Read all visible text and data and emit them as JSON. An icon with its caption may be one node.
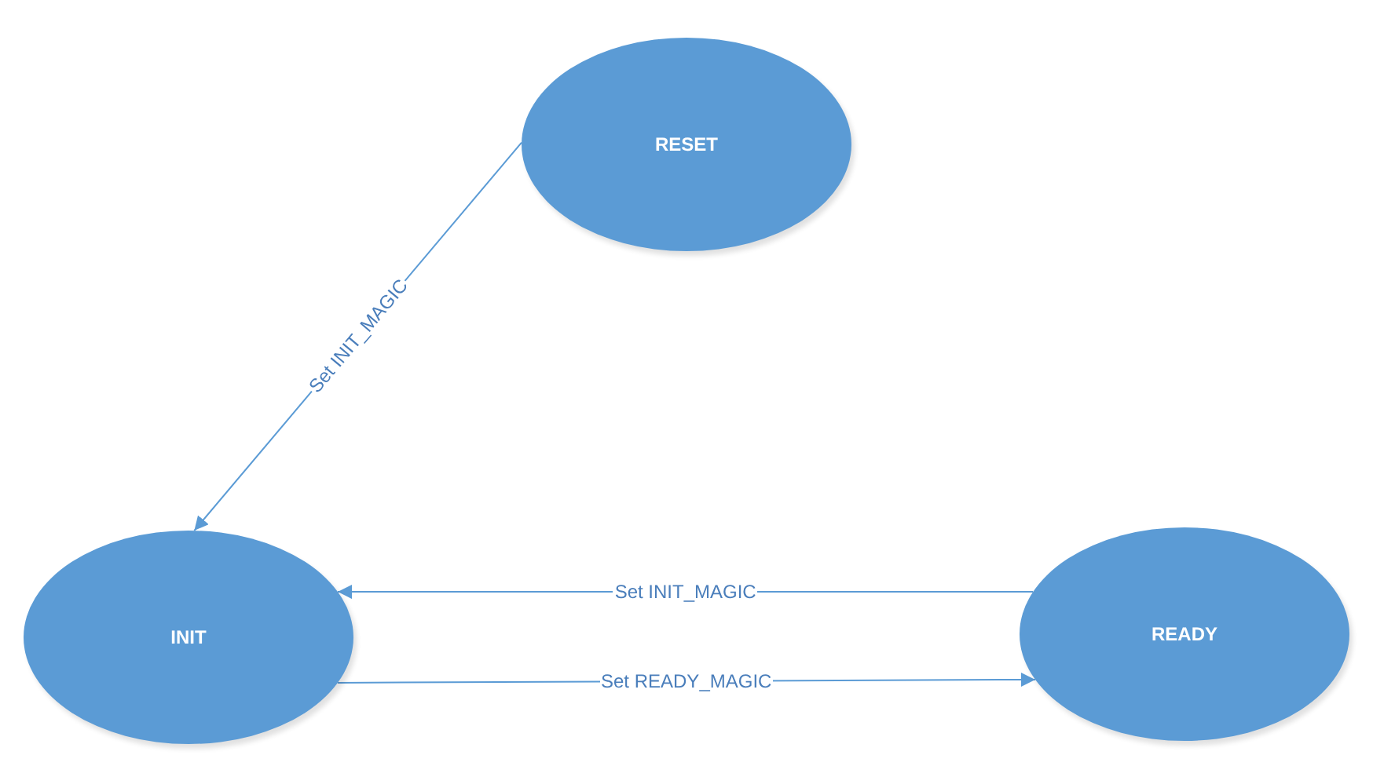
{
  "diagram": {
    "nodes": [
      {
        "text": [
          "RESET"
        ]
      },
      {
        "text": [
          "INIT"
        ]
      },
      {
        "text": [
          "READY"
        ]
      }
    ],
    "edges": [
      {
        "from": 0,
        "to": 1,
        "arrow": "to",
        "label": "Set INIT_MAGIC"
      },
      {
        "from": 2,
        "to": 1,
        "arrow": "to",
        "label": "Set INIT_MAGIC"
      },
      {
        "from": 1,
        "to": 2,
        "arrow": "to",
        "label": "Set READY_MAGIC"
      }
    ]
  }
}
